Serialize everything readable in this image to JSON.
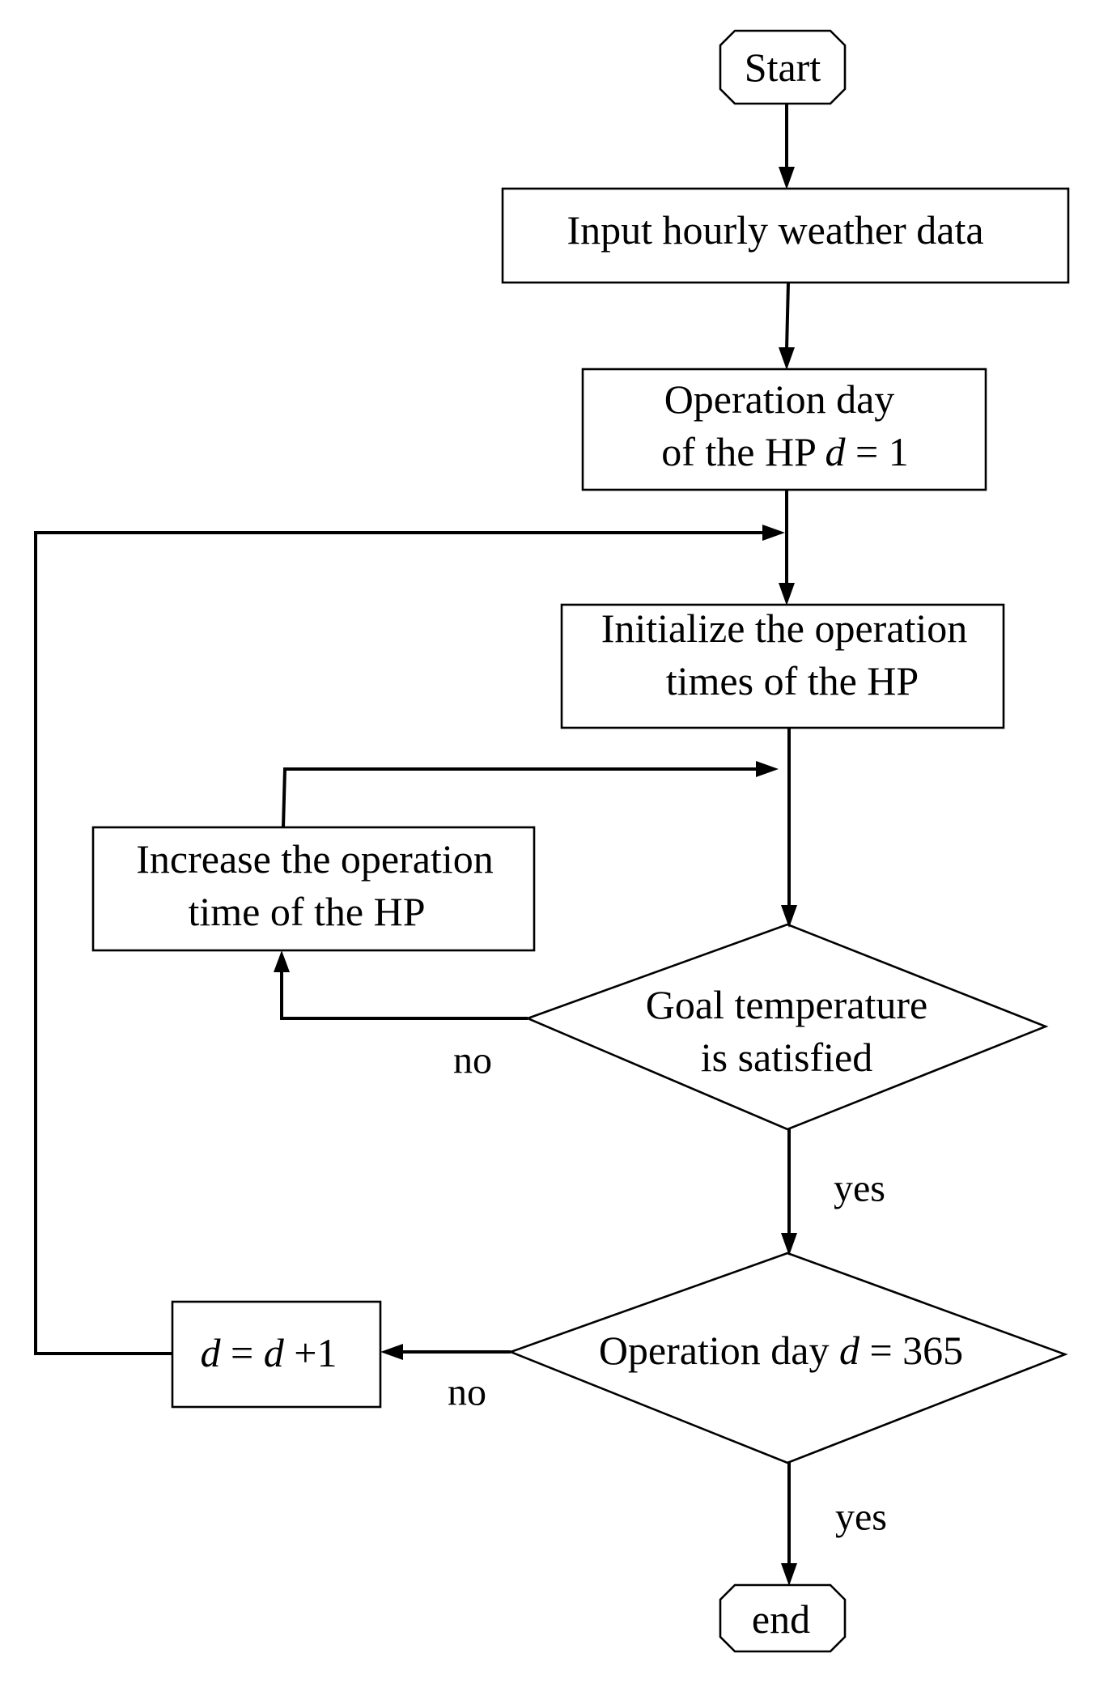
{
  "flowchart": {
    "start": "Start",
    "input": "Input hourly weather data",
    "init_day": {
      "line1": "Operation day",
      "line2_prefix": "of the HP ",
      "var": "d",
      "line2_suffix": " = 1"
    },
    "init_times": {
      "line1": "Initialize the operation",
      "line2": "times of the HP"
    },
    "increase": {
      "line1": "Increase the operation",
      "line2": "time of the HP"
    },
    "goal_check": {
      "line1": "Goal temperature",
      "line2": "is satisfied"
    },
    "day_check": {
      "prefix": "Operation day ",
      "var": "d",
      "suffix": " = 365"
    },
    "increment": {
      "var1": "d",
      "eq": " = ",
      "var2": "d",
      "plus": " +1"
    },
    "end": "end",
    "labels": {
      "no_goal": "no",
      "yes_goal": "yes",
      "no_day": "no",
      "yes_day": "yes"
    }
  }
}
